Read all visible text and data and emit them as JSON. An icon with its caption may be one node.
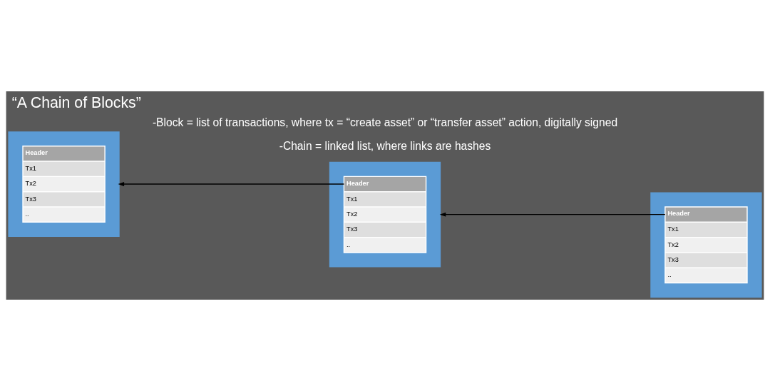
{
  "diagram": {
    "title": "“A Chain of Blocks”",
    "nodes": [
      {
        "text": [
          "Header",
          "Tx1",
          "Tx2",
          "Tx3",
          ".."
        ]
      },
      {
        "text": [
          "Header",
          "Tx1",
          "Tx2",
          "Tx3",
          ".."
        ]
      },
      {
        "text": [
          "Header",
          "Tx1",
          "Tx2",
          "Tx3",
          ".."
        ]
      }
    ],
    "edges": [
      {
        "from": 1,
        "to": 0,
        "arrow": "to"
      },
      {
        "from": 2,
        "to": 1,
        "arrow": "to"
      }
    ],
    "labels": [
      "-Block = list of transactions, where tx = “create asset” or “transfer asset” action, digitally signed",
      "-Chain = linked list, where links are hashes"
    ]
  }
}
